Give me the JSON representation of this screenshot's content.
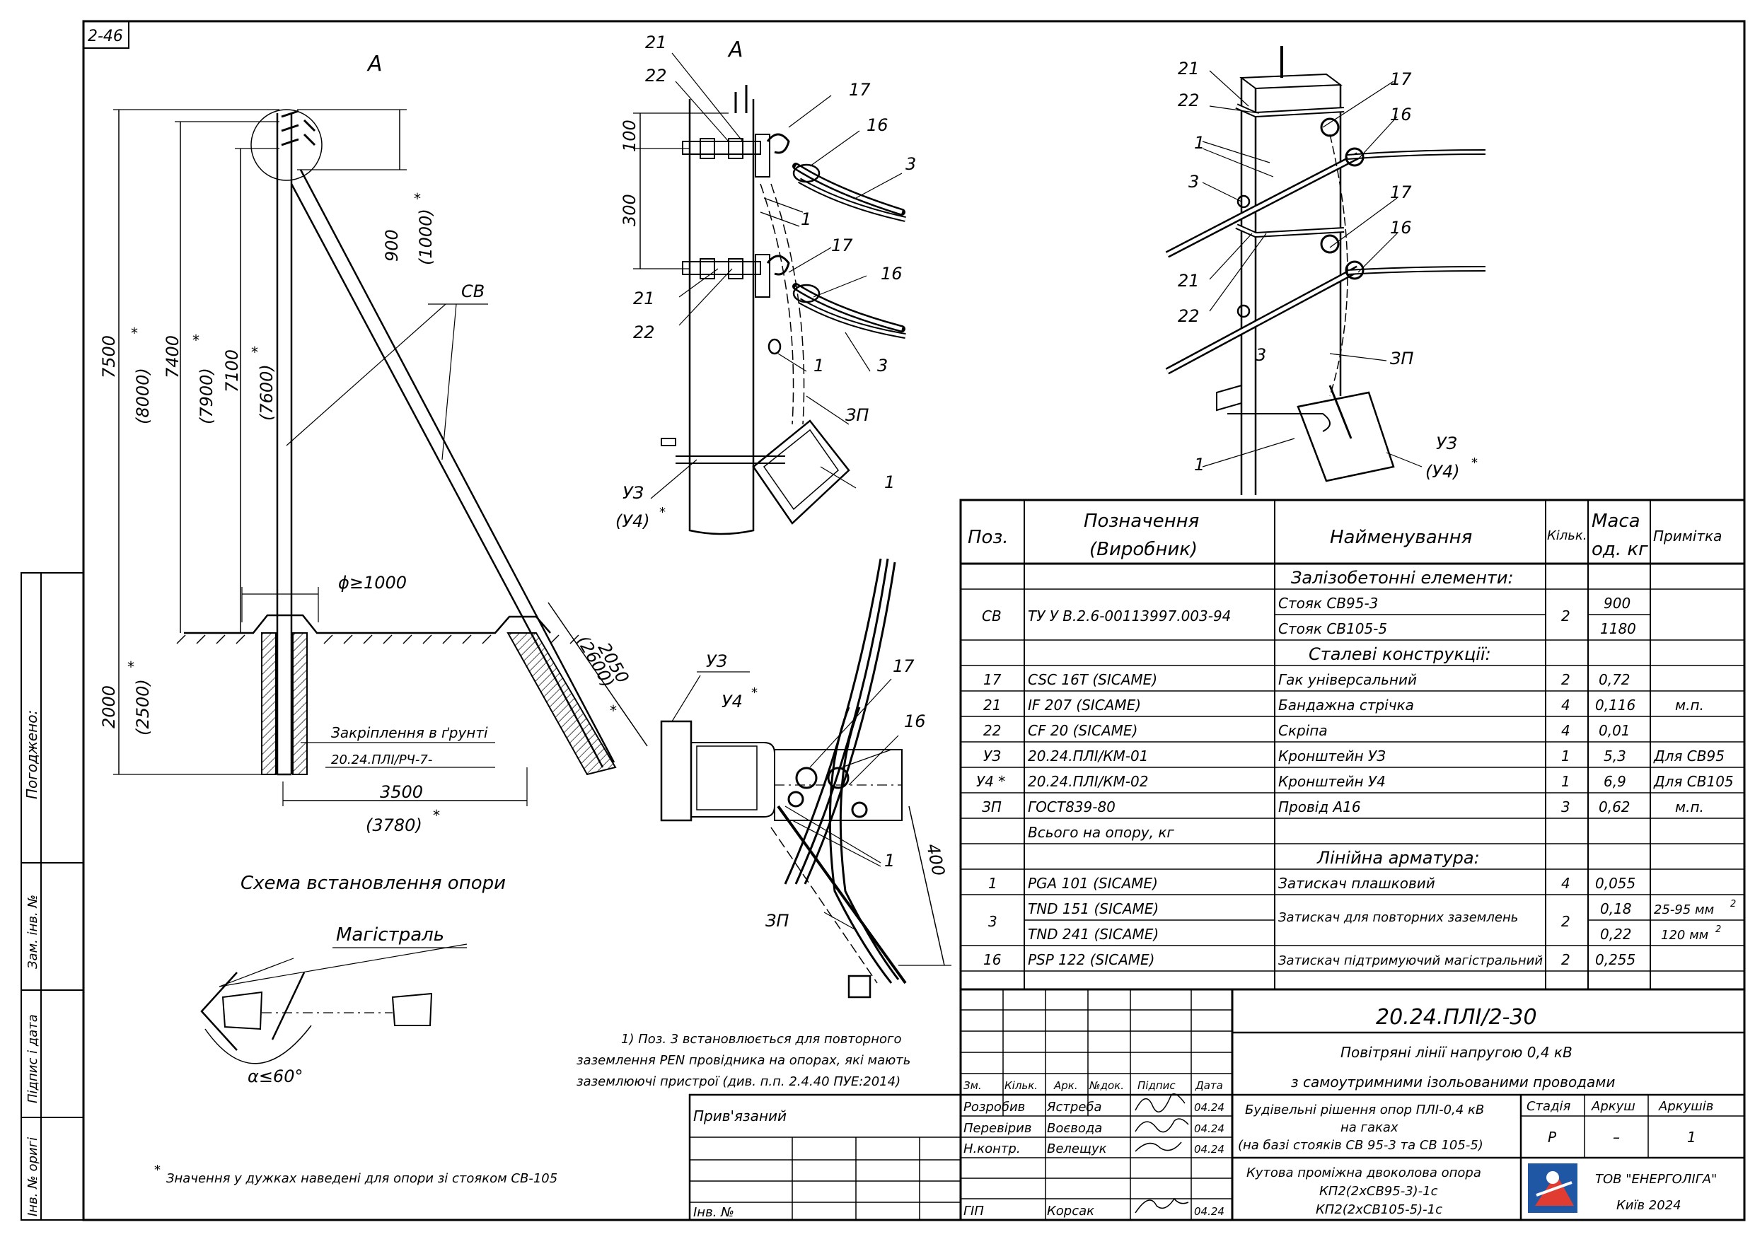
{
  "sheet_code": "2-46",
  "view_label": "A",
  "side_stamp": {
    "approved_label": "Погоджено:",
    "inv_replace_label": "Зам. інв. №",
    "sign_date_label": "Підпис і дата",
    "inv_orig_label": "Інв. № оригі"
  },
  "scheme": {
    "title": "Схема встановлення опори",
    "view_mark": "A",
    "member_label": "СВ",
    "dims": {
      "d7500": "7500",
      "d8000": "(8000)",
      "d7400": "7400",
      "d7900": "(7900)",
      "d7100": "7100",
      "d7600": "(7600)",
      "d900": "900",
      "d1000": "(1000)",
      "d2000": "2000",
      "d2500": "(2500)",
      "dia": "ϕ≥1000",
      "d2050": "2050",
      "d2600": "(2600)",
      "d3500": "3500",
      "d3780": "(3780)",
      "star": "*"
    },
    "anchor_text": "Закріплення в ґрунті",
    "anchor_ref": "20.24.ПЛІ/РЧ-7-",
    "mainline_label": "Магістраль",
    "angle_label": "α≤60°"
  },
  "detail_a": {
    "title": "A",
    "labels": {
      "l21": "21",
      "l22": "22",
      "l17": "17",
      "l16": "16",
      "l3": "3",
      "l1": "1",
      "d100": "100",
      "d300": "300",
      "l17b": "17",
      "l16b": "16",
      "l21b": "21",
      "l22b": "22",
      "l1b": "1",
      "l3b": "3",
      "l1c": "1",
      "lzp": "ЗП",
      "luz": "УЗ",
      "lu4": "(У4)",
      "star": "*"
    }
  },
  "detail_iso": {
    "labels": {
      "l21": "21",
      "l22": "22",
      "l17": "17",
      "l16": "16",
      "l1": "1",
      "l3": "3",
      "l17b": "17",
      "l16b": "16",
      "l21b": "21",
      "l22b": "22",
      "l3b": "3",
      "lzp": "ЗП",
      "l1b": "1",
      "luz": "УЗ",
      "lu4": "(У4)",
      "star": "*"
    }
  },
  "detail_top": {
    "labels": {
      "luz": "УЗ",
      "lu4": "У4",
      "star": "*",
      "l17": "17",
      "l16": "16",
      "l1": "1",
      "lzp": "ЗП",
      "d400": "400"
    }
  },
  "spec_table": {
    "headers": {
      "pos": "Поз.",
      "designation": "Позначення (Виробник)",
      "designation_l1": "Позначення",
      "designation_l2": "(Виробник)",
      "name": "Найменування",
      "qty": "Кільк.",
      "mass_l1": "Маса",
      "mass_l2": "од. кг",
      "note": "Примітка"
    },
    "sections": {
      "concrete": "Залізобетонні елементи:",
      "steel": "Сталеві конструкції:",
      "fittings": "Лінійна арматура:"
    },
    "rows": [
      {
        "pos": "СВ",
        "des": "ТУ У В.2.6-00113997.003-94",
        "name": "Стояк СВ95-3",
        "qty": "2",
        "mass": "900",
        "note": ""
      },
      {
        "pos": "",
        "des": "",
        "name": "Стояк СВ105-5",
        "qty": "",
        "mass": "1180",
        "note": ""
      },
      {
        "pos": "17",
        "des": "CSC 16T  (SICAME)",
        "name": "Гак універсальний",
        "qty": "2",
        "mass": "0,72",
        "note": ""
      },
      {
        "pos": "21",
        "des": "IF 207  (SICAME)",
        "name": "Бандажна стрічка",
        "qty": "4",
        "mass": "0,116",
        "note": "м.п."
      },
      {
        "pos": "22",
        "des": "CF 20  (SICAME)",
        "name": "Скріпа",
        "qty": "4",
        "mass": "0,01",
        "note": ""
      },
      {
        "pos": "УЗ",
        "des": "20.24.ПЛІ/КМ-01",
        "name": "Кронштейн УЗ",
        "qty": "1",
        "mass": "5,3",
        "note": "Для СВ95"
      },
      {
        "pos": "У4 *",
        "des": "20.24.ПЛІ/КМ-02",
        "name": "Кронштейн У4",
        "qty": "1",
        "mass": "6,9",
        "note": "Для СВ105"
      },
      {
        "pos": "ЗП",
        "des": "ГОСТ839-80",
        "name": "Провід А16",
        "qty": "3",
        "mass": "0,62",
        "note": "м.п."
      },
      {
        "pos": "",
        "des": "Всього на опору, кг",
        "name": "",
        "qty": "",
        "mass": "",
        "note": ""
      },
      {
        "pos": "1",
        "des": "PGA 101  (SICAME)",
        "name": "Затискач плашковий",
        "qty": "4",
        "mass": "0,055",
        "note": ""
      },
      {
        "pos": "3",
        "des": "TND 151  (SICAME)",
        "name": "Затискач для повторних заземлень",
        "qty": "2",
        "mass": "0,18",
        "note": "25-95 мм"
      },
      {
        "pos": "",
        "des": "TND 241  (SICAME)",
        "name": "",
        "qty": "",
        "mass": "0,22",
        "note": "120 мм"
      },
      {
        "pos": "16",
        "des": "PSP 122  (SICAME)",
        "name": "Затискач підтримуючий магістральний",
        "qty": "2",
        "mass": "0,255",
        "note": ""
      }
    ],
    "sup2": "2"
  },
  "title_block": {
    "doc_code": "20.24.ПЛІ/2-30",
    "project_l1": "Повітряні лінії напругою 0,4 кВ",
    "project_l2": "з самоутримними ізольованими проводами",
    "section_l1": "Будівельні рішення опор ПЛІ-0,4 кВ",
    "section_l2": "на гаках",
    "section_l3": "(на базі стояків СВ 95-3 та СВ 105-5)",
    "sheet_l1": "Кутова проміжна двоколова опора",
    "sheet_l2": "КП2(2хСВ95-3)-1с",
    "sheet_l3": "КП2(2хСВ105-5)-1с",
    "col_headers": {
      "zm": "Зм.",
      "kilk": "Кільк.",
      "ark": "Арк.",
      "ndok": "№док.",
      "pidpys": "Підпис",
      "data": "Дата"
    },
    "people": [
      {
        "role": "Розробив",
        "name": "Ястреба",
        "date": "04.24"
      },
      {
        "role": "Перевірив",
        "name": "Воєвода",
        "date": "04.24"
      },
      {
        "role": "Н.контр.",
        "name": "Велещук",
        "date": "04.24"
      },
      {
        "role": "ГІП",
        "name": "Корсак",
        "date": "04.24"
      }
    ],
    "stage_label": "Стадія",
    "sheet_label": "Аркуш",
    "sheets_label": "Аркушів",
    "stage": "Р",
    "sheet": "–",
    "sheets": "1",
    "company_l1": "ТОВ \"ЕНЕРГОЛІГА\"",
    "company_l2": "Київ 2024",
    "linked_label": "Прив'язаний",
    "inv_label": "Інв. №"
  },
  "notes": {
    "note1_l1": "1) Поз. 3 встановлюється для повторного",
    "note1_l2": "заземлення PEN провідника на опорах, які мають",
    "note1_l3": "заземлюючі пристрої (див. п.п. 2.4.40 ПУЕ:2014)",
    "star_note": "Значення у дужках наведені для опори зі стояком СВ-105",
    "star": "*"
  }
}
